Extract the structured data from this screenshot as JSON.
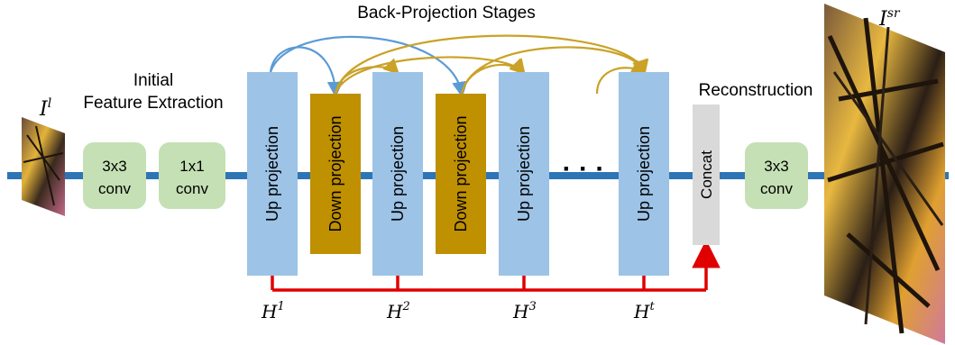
{
  "title": "Back-Projection Stages",
  "initial_label": {
    "line1": "Initial",
    "line2": "Feature Extraction"
  },
  "reconstruction_label": "Reconstruction",
  "input_label": {
    "base": "I",
    "sup": "l"
  },
  "output_label": {
    "base": "I",
    "sup": "sr"
  },
  "conv3x3_in": {
    "line1": "3x3",
    "line2": "conv"
  },
  "conv1x1": {
    "line1": "1x1",
    "line2": "conv"
  },
  "conv3x3_out": {
    "line1": "3x3",
    "line2": "conv"
  },
  "up_projection": "Up projection",
  "down_projection": "Down projection",
  "concat": "Concat",
  "ellipsis": "· · ·",
  "h_labels": [
    {
      "base": "H",
      "sup": "1"
    },
    {
      "base": "H",
      "sup": "2"
    },
    {
      "base": "H",
      "sup": "3"
    },
    {
      "base": "H",
      "sup": "t"
    }
  ],
  "colors": {
    "main_line": "#2e75b6",
    "up_block": "#9dc3e6",
    "down_block": "#bf9000",
    "conv_block": "#c5e0b4",
    "concat_block": "#d9d9d9",
    "skip_line": "#e00000",
    "arrow_blue": "#5b9bd5",
    "arrow_gold": "#c9a227"
  }
}
